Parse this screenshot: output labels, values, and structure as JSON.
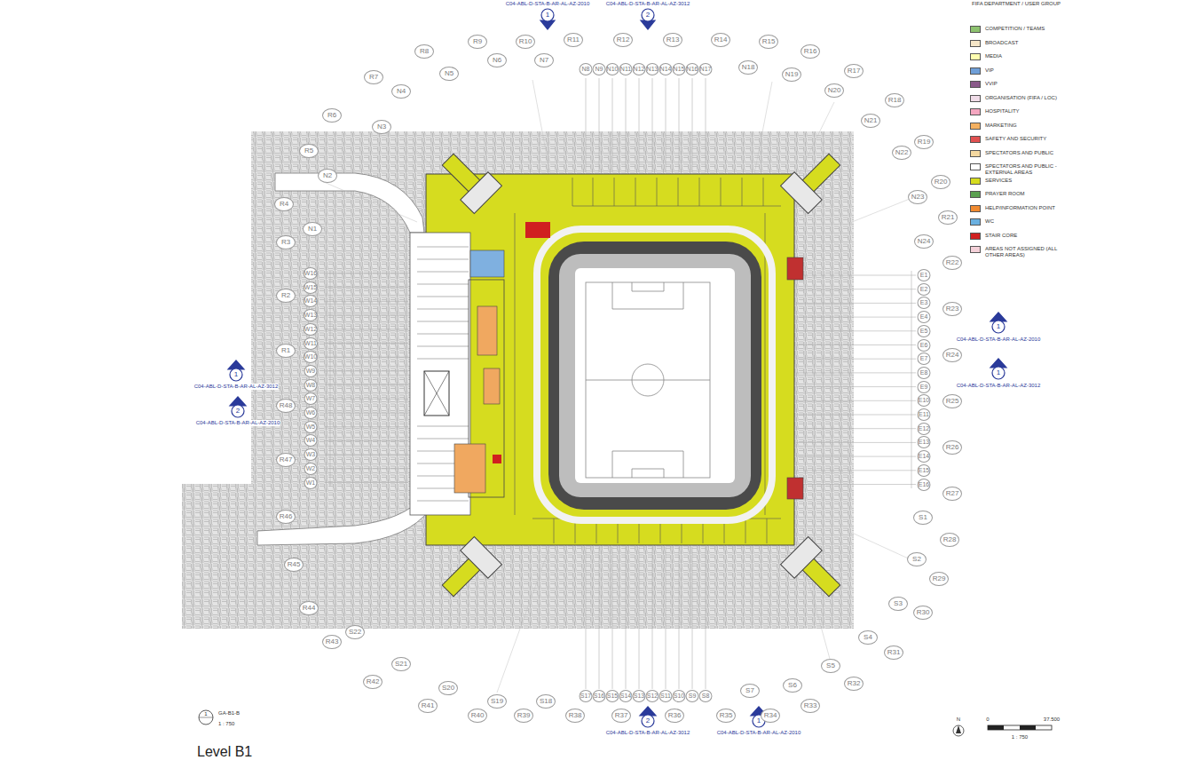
{
  "diagram": {
    "caption": "Level B1",
    "labels": [
      "R8",
      "R9",
      "R10",
      "R11",
      "R12",
      "R13",
      "R14",
      "R15",
      "R16",
      "R17",
      "R7",
      "R6",
      "N5",
      "N6",
      "N7",
      "N8",
      "N9",
      "N10",
      "N11",
      "N12",
      "N13",
      "N14",
      "N15",
      "N16",
      "N17",
      "N18",
      "N19",
      "N20",
      "N4",
      "N3",
      "N2",
      "N1",
      "R5",
      "R4",
      "R18",
      "N21",
      "R19",
      "N22",
      "R20",
      "N23",
      "R21",
      "N24",
      "R22",
      "R23",
      "R24",
      "R25",
      "R26",
      "R27",
      "R28",
      "R29",
      "R30",
      "R31",
      "R32",
      "R33",
      "R34",
      "R35",
      "R36",
      "R37",
      "R38",
      "R39",
      "R40",
      "R41",
      "R42",
      "R43",
      "R44",
      "R45",
      "R46",
      "R47",
      "R48",
      "R1",
      "R2",
      "R3",
      "S1",
      "S2",
      "S3",
      "S4",
      "S5",
      "S6",
      "S7",
      "S8",
      "S9",
      "S10",
      "S11",
      "S12",
      "S13",
      "S14",
      "S15",
      "S16",
      "S17",
      "S18",
      "S19",
      "S20",
      "S21",
      "S22",
      "W16",
      "W15",
      "W14",
      "W13",
      "W12",
      "W11",
      "W10",
      "W9",
      "W8",
      "W7",
      "W6",
      "W5",
      "W4",
      "W3",
      "W2",
      "W1",
      "E1",
      "E2",
      "E3",
      "E4",
      "E5",
      "E6",
      "E7",
      "E8",
      "E9",
      "E10",
      "E11",
      "E12",
      "E13",
      "E14",
      "E15",
      "E16",
      "C04-ABL-D-STA-B-AR-AL-AZ-2010",
      "C04-ABL-D-STA-B-AR-AL-AZ-3012",
      "1",
      "2",
      "1",
      "C04-ABL-D-STA-B-AR-AL-AZ-3012",
      "2",
      "C04-ABL-D-STA-B-AR-AL-AZ-2010",
      "1",
      "C04-ABL-D-STA-B-AR-AL-AZ-2010",
      "1",
      "C04-ABL-D-STA-B-AR-AL-AZ-3012",
      "2",
      "C04-ABL-D-STA-B-AR-AL-AZ-3012",
      "1",
      "C04-ABL-D-STA-B-AR-AL-AZ-2010",
      "FIFA DEPARTMENT / USER GROUP",
      "1",
      "GA-B1-B",
      "1 : 750",
      "0",
      "37.500",
      "1 : 750",
      "N"
    ],
    "legend": [
      {
        "text": "COMPETITION / TEAMS",
        "color": "#8dc26f"
      },
      {
        "text": "BROADCAST",
        "color": "#f5e6c8"
      },
      {
        "text": "MEDIA",
        "color": "#ffffb0"
      },
      {
        "text": "VIP",
        "color": "#6f9fd8"
      },
      {
        "text": "VVIP",
        "color": "#8a5a8a"
      },
      {
        "text": "ORGANISATION (FIFA / LOC)",
        "color": "#f0dce8"
      },
      {
        "text": "HOSPITALITY",
        "color": "#f4a6c0"
      },
      {
        "text": "MARKETING",
        "color": "#f4b060"
      },
      {
        "text": "SAFETY AND SECURITY",
        "color": "#e05050"
      },
      {
        "text": "SPECTATORS AND PUBLIC",
        "color": "#f4d8a0"
      },
      {
        "text": "SPECTATORS AND PUBLIC - EXTERNAL AREAS",
        "color": "#ffffff"
      },
      {
        "text": "SERVICES",
        "color": "#d6dc1f"
      },
      {
        "text": "PRAYER ROOM",
        "color": "#5aa050"
      },
      {
        "text": "HELP/INFORMATION POINT",
        "color": "#f08a30"
      },
      {
        "text": "WC",
        "color": "#6ab0e0"
      },
      {
        "text": "STAIR CORE",
        "color": "#d02020"
      },
      {
        "text": "AREAS NOT ASSIGNED (ALL OTHER AREAS)",
        "color": "#f4d0d8"
      }
    ]
  }
}
